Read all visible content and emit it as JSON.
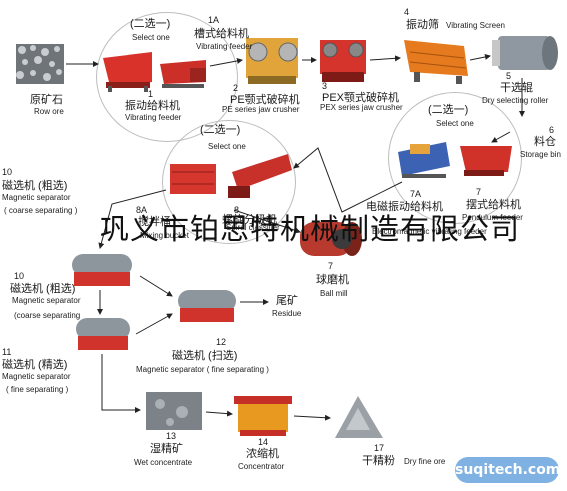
{
  "colors": {
    "accent": "#e2342a",
    "steel": "#9aa3a8",
    "orange": "#e27a20",
    "logo_bg": "#7fb1e3"
  },
  "stages": {
    "row_ore": {
      "cn": "原矿石",
      "en": "Row ore"
    },
    "vib_feeder": {
      "num": "1",
      "cn": "振动给料机",
      "en": "Vibrating feeder"
    },
    "select_one_a": {
      "cn": "(二选一)",
      "en": "Select one"
    },
    "trough_feeder": {
      "num": "1A",
      "cn": "槽式给料机",
      "en": "Vibrating feeder"
    },
    "pe_crusher": {
      "num": "2",
      "cn": "PE颚式破碎机",
      "en": "PE series jaw crusher"
    },
    "pex_crusher": {
      "num": "3",
      "cn": "PEX颚式破碎机",
      "en": "PEX series jaw crusher"
    },
    "vib_screen": {
      "num": "4",
      "cn": "振动筛",
      "en": "Vibrating Screen"
    },
    "dry_roller": {
      "num": "5",
      "cn": "干选辊",
      "en": "Dry selecting roller"
    },
    "storage_bin": {
      "num": "6",
      "cn": "料仓",
      "en": "Storage bin"
    },
    "select_one_b": {
      "cn": "(二选一)",
      "en": "Select one"
    },
    "em_feeder": {
      "num": "7A",
      "cn": "电磁振动给料机",
      "en": "Electromagnetic vibrating feeder"
    },
    "pendulum": {
      "num": "7",
      "cn": "摆式给料机",
      "en": "Pendulum feeder"
    },
    "ball_mill": {
      "num": "7",
      "cn": "球磨机",
      "en": "Ball mill"
    },
    "select_one_c": {
      "cn": "(二选一)",
      "en": "Select one"
    },
    "mixing_bucket": {
      "num": "8A",
      "cn": "搅拌桶",
      "en": "Mixing bucket"
    },
    "classifier": {
      "num": "8",
      "cn": "螺旋分级机",
      "en": "Spiral classifier"
    },
    "mag_coarse_a": {
      "num": "10",
      "cn": "磁选机 (粗选)",
      "en": "Magnetic separator",
      "en2": "( coarse separating )"
    },
    "mag_coarse_b": {
      "num": "10",
      "cn": "磁选机 (粗选)",
      "en": "Magnetic separator",
      "en2": "(coarse separating"
    },
    "mag_fine_a": {
      "num": "11",
      "cn": "磁选机 (精选)",
      "en": "Magnetic separator",
      "en2": "( fine separating )"
    },
    "tailings": {
      "cn": "尾矿",
      "en": "Residue"
    },
    "mag_scav": {
      "num": "12",
      "cn": "磁选机 (扫选)",
      "en": "Magnetic separator ( fine separating )"
    },
    "wet_conc": {
      "num": "13",
      "cn": "湿精矿",
      "en": "Wet concentrate"
    },
    "concentrator": {
      "num": "14",
      "cn": "浓缩机",
      "en": "Concentrator"
    },
    "dry_powder": {
      "num": "17",
      "cn": "干精粉",
      "en": "Dry fine ore"
    }
  },
  "watermark": "巩义市铂思特机械制造有限公司",
  "logo": "suqitech.com"
}
